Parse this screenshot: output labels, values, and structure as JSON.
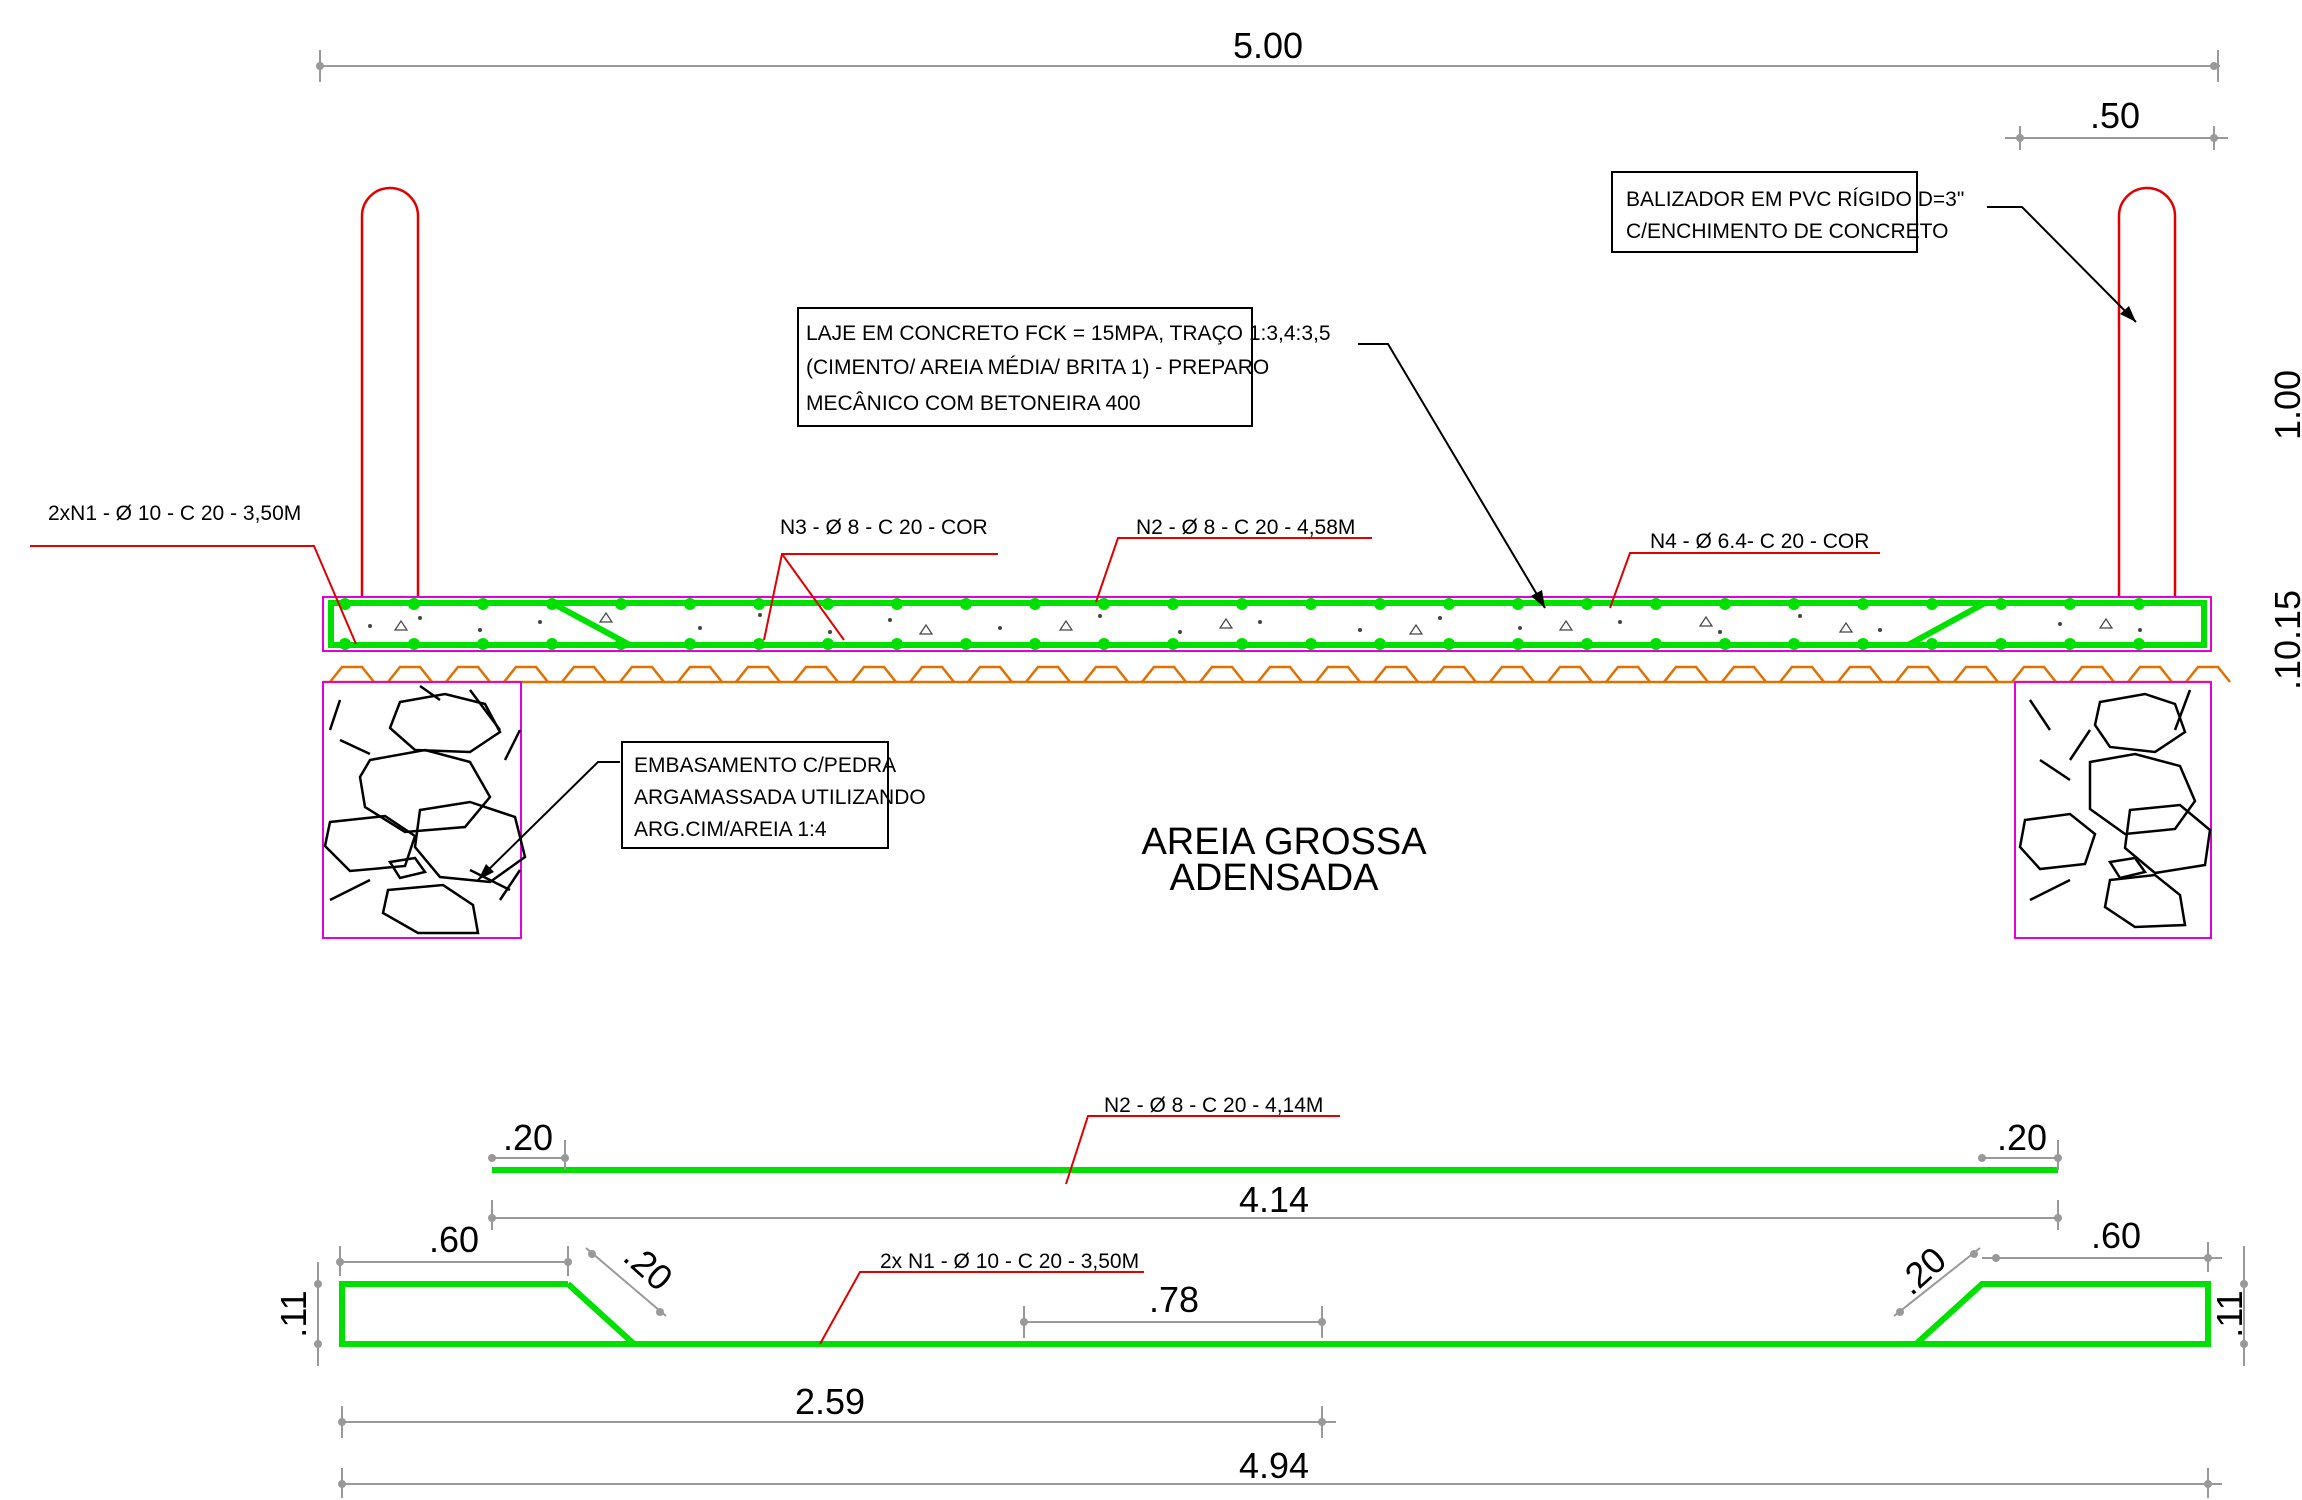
{
  "section": {
    "dim_top_total": "5.00",
    "dim_top_right": ".50",
    "dim_right_height": "1.00",
    "dim_right_slab": ".10.15",
    "notes": {
      "balizador_line1": "BALIZADOR EM PVC RÍGIDO D=3\"",
      "balizador_line2": "C/ENCHIMENTO DE CONCRETO",
      "laje_line1": "LAJE EM CONCRETO FCK = 15MPA, TRAÇO 1:3,4:3,5",
      "laje_line2": "(CIMENTO/ AREIA MÉDIA/ BRITA 1)  - PREPARO",
      "laje_line3": "MECÂNICO COM BETONEIRA 400",
      "embasamento_line1": "EMBASAMENTO C/PEDRA",
      "embasamento_line2": "ARGAMASSADA UTILIZANDO",
      "embasamento_line3": "ARG.CIM/AREIA 1:4"
    },
    "rebar_labels": {
      "n1": "2xN1 - Ø 10 - C 20 - 3,50M",
      "n3": "N3 - Ø 8 - C 20 - COR",
      "n2": "N2 - Ø 8 - C 20 - 4,58M",
      "n4": "N4 - Ø 6.4- C 20 - COR"
    },
    "soil_line1": "AREIA GROSSA",
    "soil_line2": "ADENSADA"
  },
  "details": {
    "n2_label": "N2 - Ø 8 - C 20 - 4,14M",
    "n2_hook_left": ".20",
    "n2_hook_right": ".20",
    "n2_length": "4.14",
    "n1_label": "2x N1 - Ø 10 - C 20 - 3,50M",
    "n1_left_top": ".60",
    "n1_right_top": ".60",
    "n1_left_diag": ".20",
    "n1_right_diag": ".20",
    "n1_left_height": ".11",
    "n1_right_height": ".11",
    "n1_mid": ".78",
    "n1_half": "2.59",
    "n1_total": "4.94"
  },
  "colors": {
    "rebar": "#00e000",
    "leader": "#e00000",
    "bollard": "#e00000",
    "formwork": "#e07000",
    "footing_outline": "#e000e0"
  }
}
